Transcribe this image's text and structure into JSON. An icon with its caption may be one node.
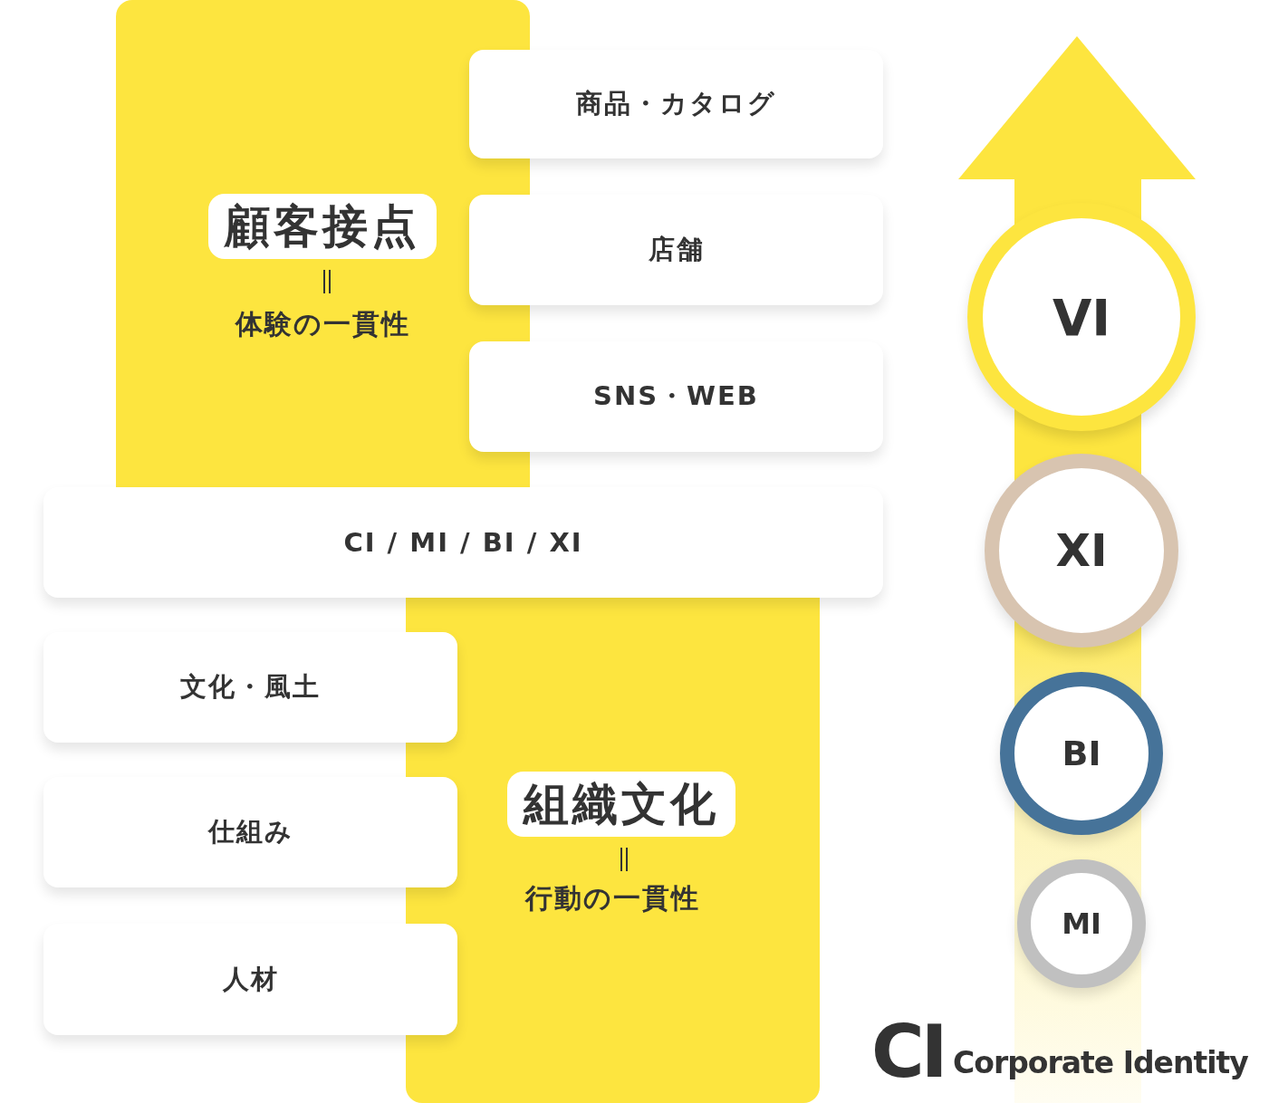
{
  "diagram": {
    "nodes": [
      {
        "text": [
          "顧客接点",
          "体験の一貫性"
        ]
      },
      {
        "text": [
          "商品・カタログ"
        ]
      },
      {
        "text": [
          "店舗"
        ]
      },
      {
        "text": [
          "SNS・WEB"
        ]
      },
      {
        "text": [
          "CI / MI / BI / XI"
        ]
      },
      {
        "text": [
          "組織文化",
          "行動の一貫性"
        ]
      },
      {
        "text": [
          "文化・風土"
        ]
      },
      {
        "text": [
          "仕組み"
        ]
      },
      {
        "text": [
          "人材"
        ]
      },
      {
        "text": [
          "VI"
        ]
      },
      {
        "text": [
          "XI"
        ]
      },
      {
        "text": [
          "BI"
        ]
      },
      {
        "text": [
          "MI"
        ]
      }
    ],
    "edges": [],
    "labels": [
      "CI",
      "Corporate Identity"
    ]
  }
}
